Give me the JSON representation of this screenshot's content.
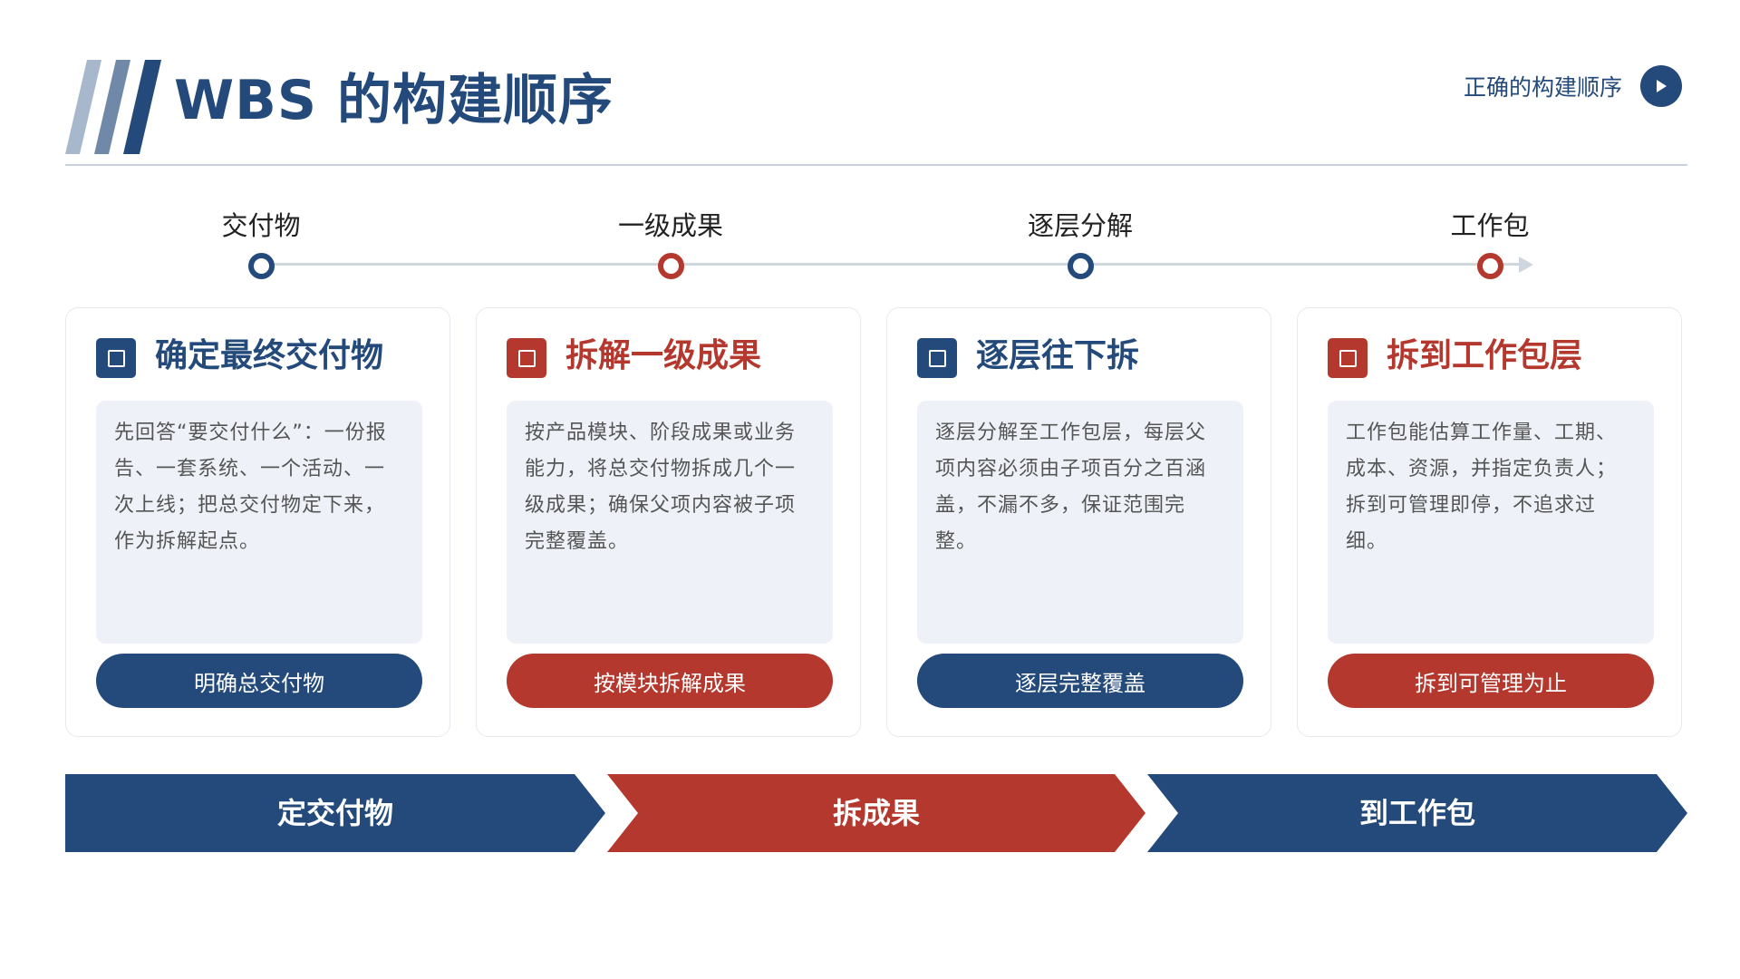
{
  "header": {
    "title": "WBS 的构建顺序",
    "link_label": "正确的构建顺序",
    "link_icon": "play-icon"
  },
  "timeline": {
    "steps": [
      {
        "label": "交付物",
        "color": "#234a7a"
      },
      {
        "label": "一级成果",
        "color": "#b4382d"
      },
      {
        "label": "逐层分解",
        "color": "#234a7a"
      },
      {
        "label": "工作包",
        "color": "#b4382d"
      }
    ]
  },
  "cards": [
    {
      "title": "确定最终交付物",
      "body": "先回答“要交付什么”：一份报告、一套系统、一个活动、一次上线；把总交付物定下来，作为拆解起点。",
      "button": "明确总交付物",
      "color": "#234a7a"
    },
    {
      "title": "拆解一级成果",
      "body": "按产品模块、阶段成果或业务能力，将总交付物拆成几个一级成果；确保父项内容被子项完整覆盖。",
      "button": "按模块拆解成果",
      "color": "#b4382d"
    },
    {
      "title": "逐层往下拆",
      "body": "逐层分解至工作包层，每层父项内容必须由子项百分之百涵盖，不漏不多，保证范围完整。",
      "button": "逐层完整覆盖",
      "color": "#234a7a"
    },
    {
      "title": "拆到工作包层",
      "body": "工作包能估算工作量、工期、成本、资源，并指定负责人；拆到可管理即停，不追求过细。",
      "button": "拆到可管理为止",
      "color": "#b4382d"
    }
  ],
  "chevrons": [
    {
      "label": "定交付物",
      "color": "#234a7a"
    },
    {
      "label": "拆成果",
      "color": "#b4382d"
    },
    {
      "label": "到工作包",
      "color": "#234a7a"
    }
  ],
  "colors": {
    "navy": "#234a7a",
    "red": "#b4382d",
    "panel": "#eef2f8"
  }
}
